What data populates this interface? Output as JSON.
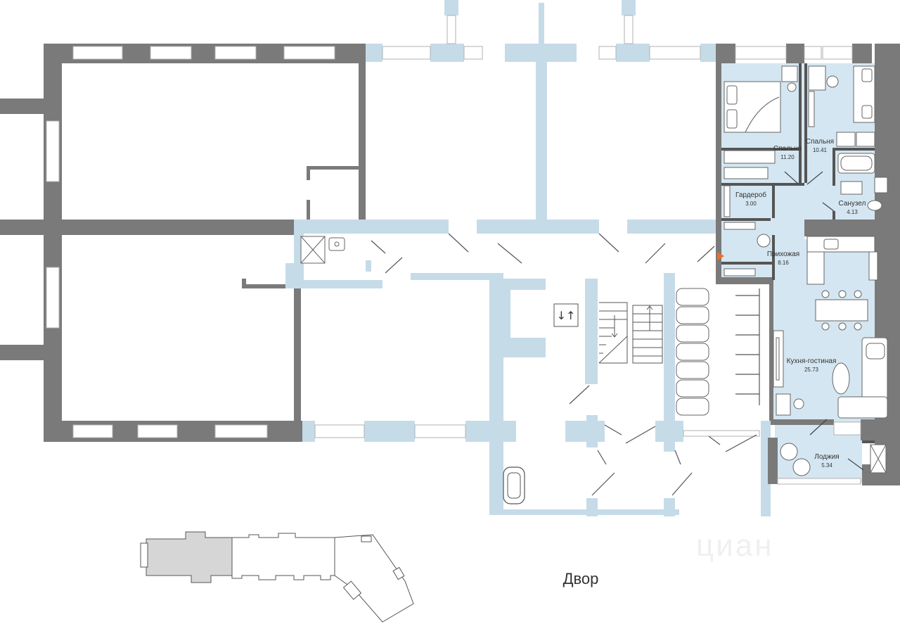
{
  "colors": {
    "apartment_fill": "#d4e6f1",
    "wall_dark": "#7a7a7a",
    "wall_light": "#c6dbe8",
    "marker": "#f26a21",
    "text": "#333333"
  },
  "rooms": [
    {
      "name": "Спальня",
      "area": "11.20"
    },
    {
      "name": "Спальня",
      "area": "10.41"
    },
    {
      "name": "Гардероб",
      "area": "3.00"
    },
    {
      "name": "Санузел",
      "area": "4.13"
    },
    {
      "name": "Прихожая",
      "area": "8.16"
    },
    {
      "name": "Кухня-гостиная",
      "area": "25.73"
    },
    {
      "name": "Лоджия",
      "area": "5.34"
    }
  ],
  "yard_label": "Двор",
  "watermark": "циан",
  "icons": {
    "elevator": "elevator-arrows-icon",
    "entrance": "entrance-marker-icon"
  }
}
